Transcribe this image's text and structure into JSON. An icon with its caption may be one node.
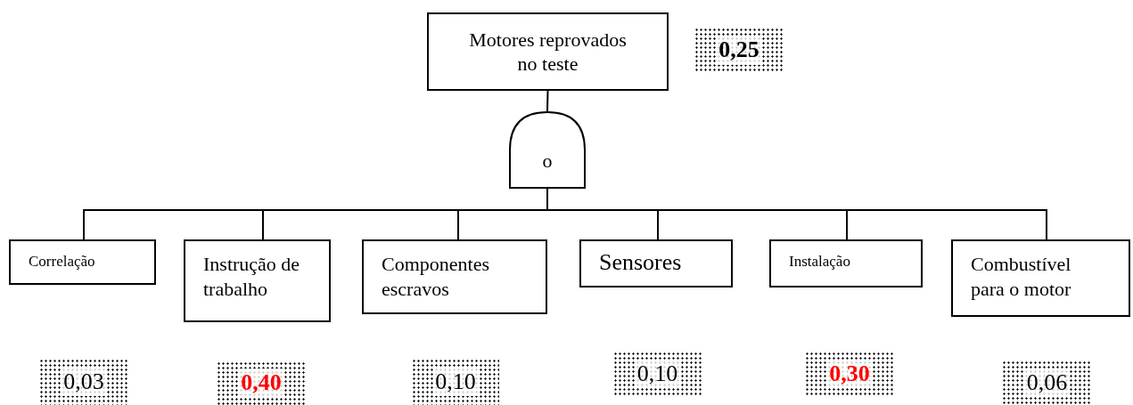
{
  "diagram": {
    "nodes": [
      {
        "text": [
          "Motores reprovados no teste"
        ]
      },
      {
        "text": [
          "0,25"
        ]
      },
      {
        "text": [
          "o"
        ]
      },
      {
        "text": [
          "Correlação"
        ]
      },
      {
        "text": [
          "Instrução de trabalho"
        ]
      },
      {
        "text": [
          "Componentes escravos"
        ]
      },
      {
        "text": [
          "Sensores"
        ]
      },
      {
        "text": [
          "Instalação"
        ]
      },
      {
        "text": [
          "Combustível para o motor"
        ]
      },
      {
        "text": [
          "0,03"
        ]
      },
      {
        "text": [
          "0,40"
        ]
      },
      {
        "text": [
          "0,10"
        ]
      },
      {
        "text": [
          "0,10"
        ]
      },
      {
        "text": [
          "0,30"
        ]
      },
      {
        "text": [
          "0,06"
        ]
      }
    ],
    "edges": [
      {
        "from": 0,
        "to": 2,
        "arrow": "none"
      },
      {
        "from": 2,
        "to": 3,
        "arrow": "none"
      },
      {
        "from": 2,
        "to": 4,
        "arrow": "none"
      },
      {
        "from": 2,
        "to": 5,
        "arrow": "none"
      },
      {
        "from": 2,
        "to": 6,
        "arrow": "none"
      },
      {
        "from": 2,
        "to": 7,
        "arrow": "none"
      },
      {
        "from": 2,
        "to": 8,
        "arrow": "none"
      }
    ]
  }
}
